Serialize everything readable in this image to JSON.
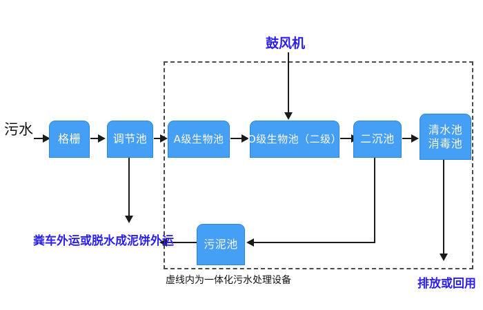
{
  "diagram": {
    "title_note": "虚线内为一体化污水处理设备",
    "enclosure_name": "一体化污水处理设备"
  },
  "labels": {
    "inlet": "污水",
    "blower": "鼓风机",
    "sludge_disposal": "粪车外运或脱水成泥饼外运",
    "effluent": "排放或回用",
    "caption": "虚线内为一体化污水处理设备"
  },
  "nodes": [
    {
      "id": "grille",
      "label": "格栅",
      "lines": [
        "格栅"
      ]
    },
    {
      "id": "regulating",
      "label": "调节池",
      "lines": [
        "调节池"
      ]
    },
    {
      "id": "a_stage",
      "label": "A级生物池",
      "lines": [
        "A级生物池"
      ]
    },
    {
      "id": "o_stage",
      "label": "O级生物池（二级）",
      "lines": [
        "O级生物池（二级）"
      ]
    },
    {
      "id": "secondary",
      "label": "二沉池",
      "lines": [
        "二沉池"
      ]
    },
    {
      "id": "clear_water",
      "label": "清水池消毒池",
      "lines": [
        "清水池",
        "消毒池"
      ]
    },
    {
      "id": "sludge",
      "label": "污泥池",
      "lines": [
        "污泥池"
      ]
    }
  ],
  "colors": {
    "box_fill": "#45a0f5",
    "box_border": "#2f86d8",
    "box_text": "#ffffff",
    "annotation_blue": "#2a1ef0",
    "connector": "#1a1a1a",
    "dashed_border": "#4a4a4a",
    "background": "#ffffff"
  }
}
